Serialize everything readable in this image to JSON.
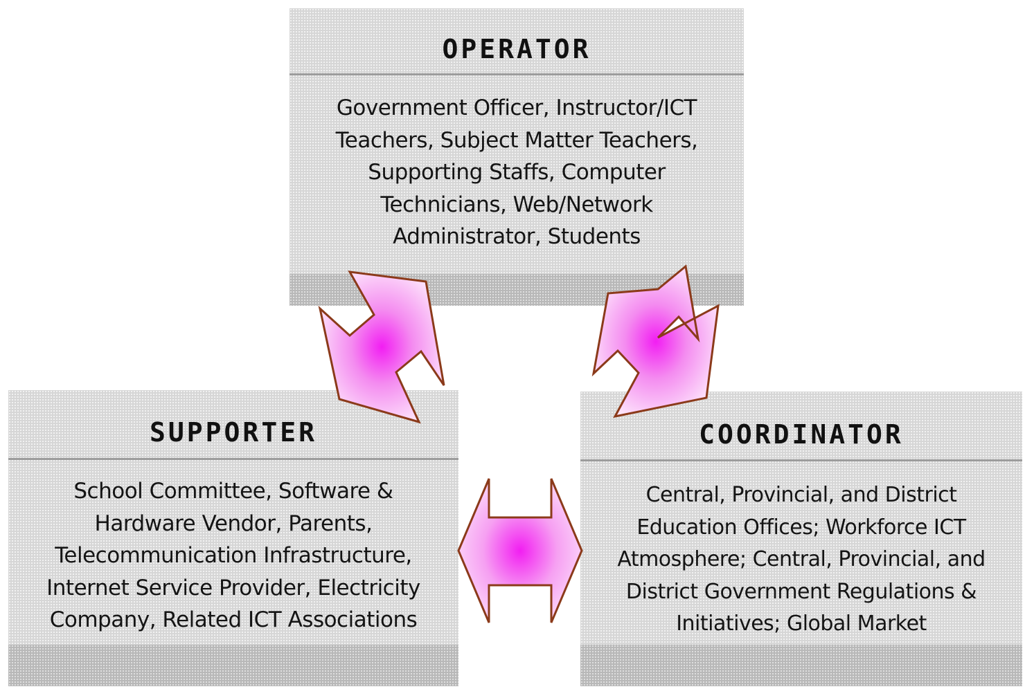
{
  "operator": {
    "title": "OPERATOR",
    "lines": [
      "Government Officer, Instructor/ICT",
      "Teachers, Subject Matter Teachers,",
      "Supporting Staffs, Computer",
      "Technicians, Web/Network",
      "Administrator, Students"
    ]
  },
  "supporter": {
    "title": "SUPPORTER",
    "lines": [
      "School Committee, Software &",
      "Hardware Vendor, Parents,",
      "Telecommunication Infrastructure,",
      "Internet Service Provider, Electricity",
      "Company, Related ICT Associations"
    ]
  },
  "coordinator": {
    "title": "COORDINATOR",
    "lines": [
      "Central, Provincial, and District",
      "Education Offices; Workforce ICT",
      "Atmosphere; Central, Provincial, and",
      "District Government Regulations &",
      "Initiatives; Global Market"
    ]
  },
  "colors": {
    "arrow_center": "#f21ef2",
    "arrow_edge": "#fde3fb",
    "arrow_outline": "#8b3a1a",
    "box_fill": "#d6d6d6"
  }
}
